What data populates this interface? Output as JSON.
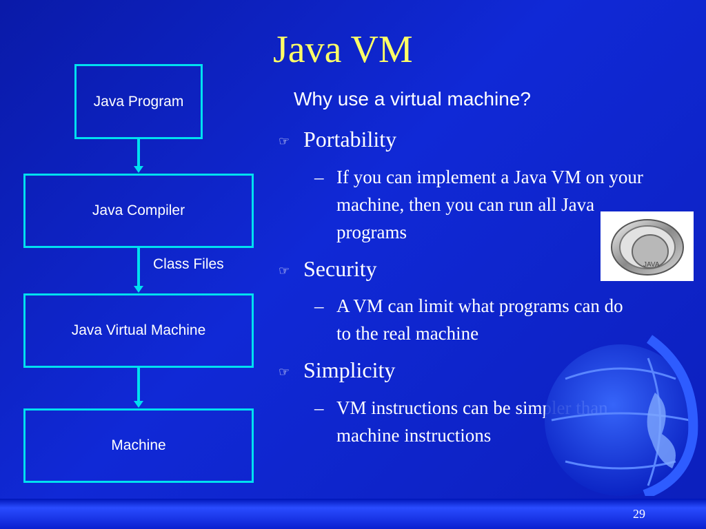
{
  "slide": {
    "title": "Java VM",
    "subtitle": "Why use a virtual machine?",
    "page_number": "29"
  },
  "flow": {
    "boxes": [
      "Java Program",
      "Java Compiler",
      "Java Virtual Machine",
      "Machine"
    ],
    "edge_label": "Class Files"
  },
  "bullets": [
    {
      "heading": "Portability",
      "detail": "If you can implement a Java VM on your machine, then you can run all Java programs"
    },
    {
      "heading": "Security",
      "detail": "A VM can limit what programs can do to the real machine"
    },
    {
      "heading": "Simplicity",
      "detail": "VM instructions can be simpler than machine instructions"
    }
  ],
  "symbols": {
    "bullet_glyph": "☞",
    "sub_glyph": "–"
  },
  "ring_engraving": "JAVA",
  "colors": {
    "title": "#ffff66",
    "box_border": "#00e0f0",
    "background": "#1029d6"
  },
  "icons": [
    "pointing-hand-icon",
    "java-ring-photo",
    "globe-icon"
  ]
}
